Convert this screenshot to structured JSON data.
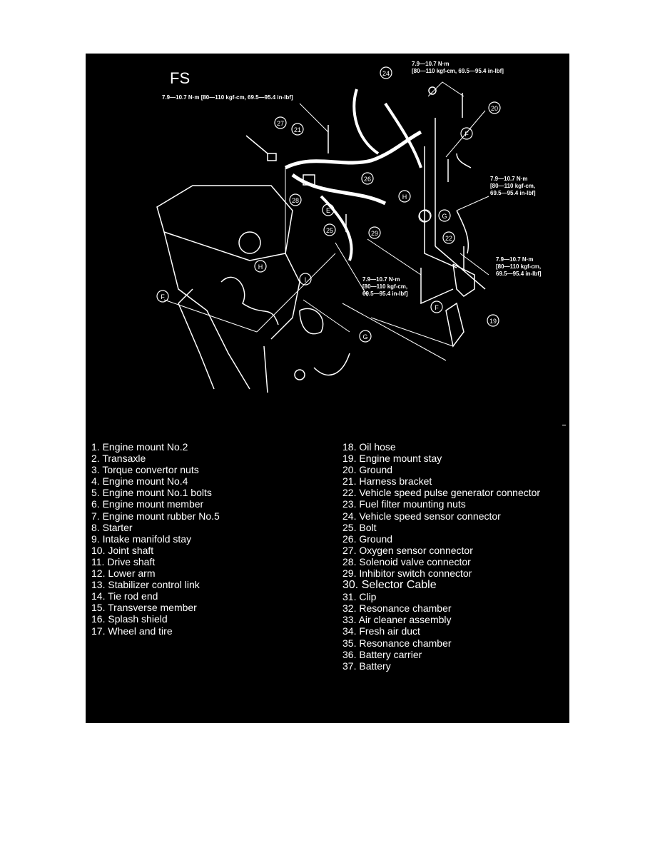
{
  "section_label": "FS",
  "torque_labels": [
    {
      "line1": "7.9—10.7 N·m",
      "line2": "[80—110 kgf-cm, 69.5—95.4 in-lbf]"
    },
    {
      "line1": "7.9—10.7 N·m [80—110 kgf-cm, 69.5—95.4 in-lbf]"
    },
    {
      "line1": "7.9—10.7 N·m",
      "line2": "[80—110 kgf-cm,",
      "line3": "69.5—95.4 in-lbf]"
    },
    {
      "line1": "7.9—10.7 N·m",
      "line2": "[80—110 kgf-cm,",
      "line3": "69.5—95.4 in-lbf]"
    },
    {
      "line1": "7.9—10.7 N·m",
      "line2": "[80—110 kgf-cm,",
      "line3": "69.5—95.4 in-lbf]"
    }
  ],
  "callouts": [
    "24",
    "20",
    "27",
    "21",
    "26",
    "28",
    "25",
    "29",
    "22",
    "19",
    "F",
    "G",
    "H",
    "I",
    "E"
  ],
  "parts_left": [
    "1. Engine mount No.2",
    "2. Transaxle",
    "3. Torque convertor nuts",
    "4. Engine mount No.4",
    "5. Engine mount No.1 bolts",
    "6. Engine mount member",
    "7. Engine mount rubber No.5",
    "8. Starter",
    "9. Intake manifold stay",
    "10. Joint shaft",
    "11. Drive shaft",
    "12. Lower arm",
    "13. Stabilizer control link",
    "14. Tie rod end",
    "15. Transverse member",
    "16. Splash shield",
    "17. Wheel and tire"
  ],
  "parts_right": [
    "18. Oil hose",
    "19. Engine mount stay",
    "20. Ground",
    "21. Harness bracket",
    "22. Vehicle speed pulse generator connector",
    "23. Fuel filter mounting nuts",
    "24. Vehicle speed sensor connector",
    "25. Bolt",
    "26. Ground",
    "27. Oxygen sensor connector",
    "28. Solenoid valve connector",
    "29. Inhibitor switch connector",
    "30. Selector Cable",
    "31. Clip",
    "32. Resonance chamber",
    "33. Air cleaner assembly",
    "34. Fresh air duct",
    "35. Resonance chamber",
    "36. Battery carrier",
    "37. Battery"
  ]
}
